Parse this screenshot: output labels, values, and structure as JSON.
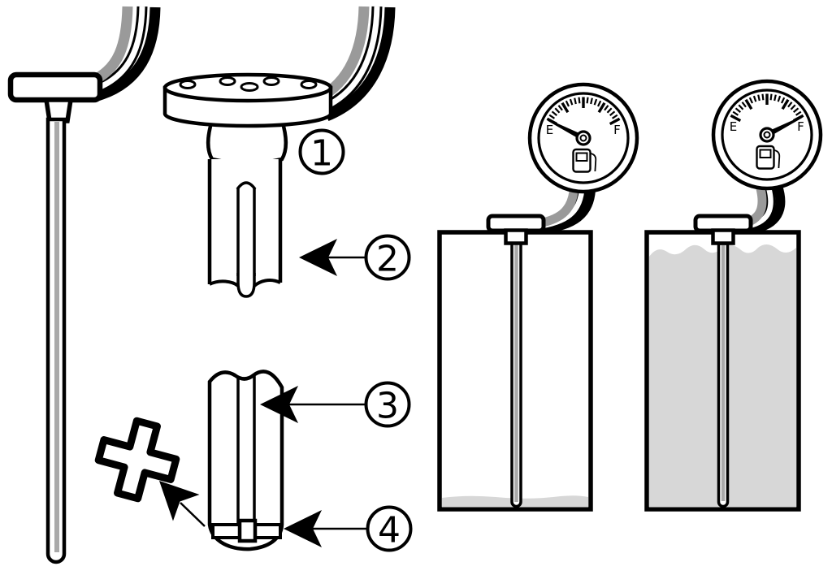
{
  "callouts": {
    "c1": "1",
    "c2": "2",
    "c3": "3",
    "c4": "4"
  },
  "gauge_empty": {
    "left": "E",
    "right": "F"
  },
  "gauge_full": {
    "left": "E",
    "right": "F"
  },
  "colors": {
    "line": "#000000",
    "wire_gray": "#9a9a9a",
    "rod_stripe": "#a9a9a9",
    "fuel_gray": "#d7d7d7",
    "background": "#ffffff"
  }
}
